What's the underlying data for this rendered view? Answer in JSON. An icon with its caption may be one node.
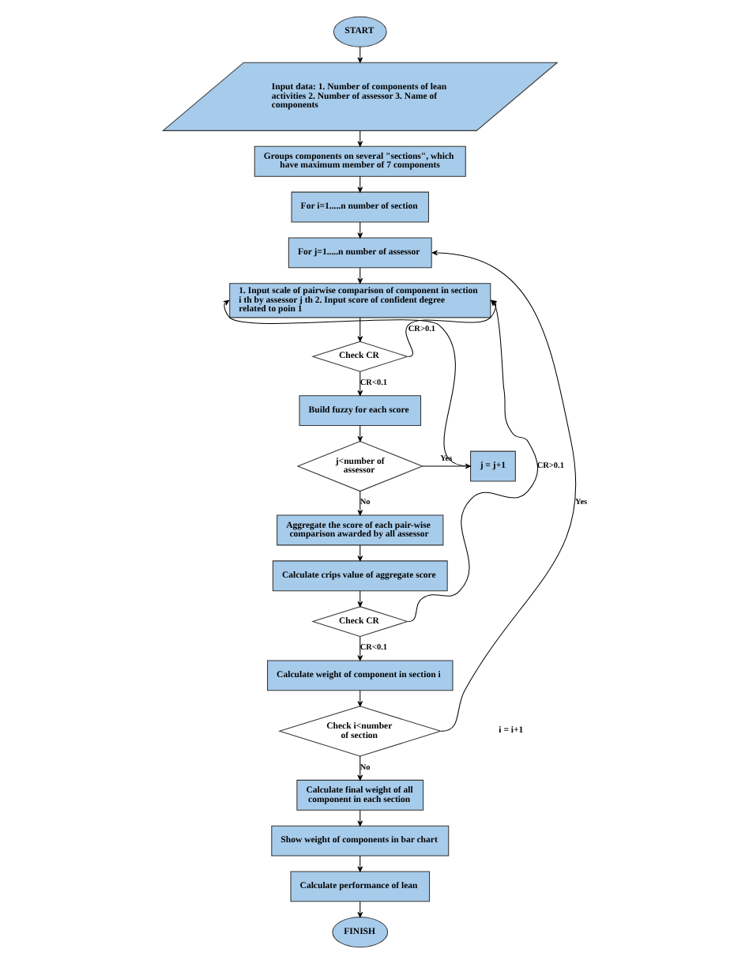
{
  "diagram": {
    "nodes": [
      {
        "text": [
          "START"
        ]
      },
      {
        "text": [
          "Input data: 1. Number of components of lean activities 2. Number of assessor 3. Name of components"
        ]
      },
      {
        "text": [
          "Groups components on several \"sections\", which have maximum member of 7 components"
        ]
      },
      {
        "text": [
          "For i=1.....n number of section"
        ]
      },
      {
        "text": [
          "For j=1.....n number of assessor"
        ]
      },
      {
        "text": [
          "1. Input scale of pairwise comparison of component in section i th by assessor j th 2. Input score of confident degree related to poin 1"
        ]
      },
      {
        "text": [
          "Check CR"
        ]
      },
      {
        "text": [
          "Build fuzzy for each score"
        ]
      },
      {
        "text": [
          "j<number of assessor"
        ]
      },
      {
        "text": [
          "j = j+1"
        ]
      },
      {
        "text": [
          "Aggregate the score of each pair-wise comparison awarded by all assessor"
        ]
      },
      {
        "text": [
          "Calculate crips value of aggregate score"
        ]
      },
      {
        "text": [
          "Check CR"
        ]
      },
      {
        "text": [
          "Calculate weight of component in section i"
        ]
      },
      {
        "text": [
          "Check i<number of section"
        ]
      },
      {
        "text": [
          "Calculate final weight of all component in each section"
        ]
      },
      {
        "text": [
          "Show weight of components in bar chart"
        ]
      },
      {
        "text": [
          "Calculate performance of lean"
        ]
      },
      {
        "text": [
          "FINISH"
        ]
      }
    ],
    "edges": [
      {
        "from": 0,
        "to": 1,
        "arrow": "to"
      },
      {
        "from": 1,
        "to": 2,
        "arrow": "to"
      },
      {
        "from": 2,
        "to": 3,
        "arrow": "to"
      },
      {
        "from": 3,
        "to": 4,
        "arrow": "to"
      },
      {
        "from": 4,
        "to": 5,
        "arrow": "to"
      },
      {
        "from": 5,
        "to": 6,
        "arrow": "to"
      },
      {
        "from": 6,
        "to": 5,
        "arrow": "to",
        "label": "CR>0.1"
      },
      {
        "from": 6,
        "to": 7,
        "arrow": "to",
        "label": "CR<0.1"
      },
      {
        "from": 7,
        "to": 8,
        "arrow": "to"
      },
      {
        "from": 8,
        "to": 9,
        "arrow": "to",
        "label": "Yes"
      },
      {
        "from": 9,
        "to": 5,
        "arrow": "to"
      },
      {
        "from": 8,
        "to": 10,
        "arrow": "to",
        "label": "No"
      },
      {
        "from": 10,
        "to": 11,
        "arrow": "to"
      },
      {
        "from": 11,
        "to": 12,
        "arrow": "to"
      },
      {
        "from": 12,
        "to": 5,
        "arrow": "to",
        "label": "CR>0.1"
      },
      {
        "from": 12,
        "to": 13,
        "arrow": "to",
        "label": "CR<0.1"
      },
      {
        "from": 13,
        "to": 14,
        "arrow": "to"
      },
      {
        "from": 14,
        "to": 4,
        "arrow": "to",
        "label": "Yes"
      },
      {
        "from": 14,
        "to": 15,
        "arrow": "to",
        "label": "No"
      },
      {
        "from": 15,
        "to": 16,
        "arrow": "to"
      },
      {
        "from": 16,
        "to": 17,
        "arrow": "to"
      },
      {
        "from": 17,
        "to": 18,
        "arrow": "to"
      }
    ],
    "labels": [
      "i = i+1"
    ]
  }
}
